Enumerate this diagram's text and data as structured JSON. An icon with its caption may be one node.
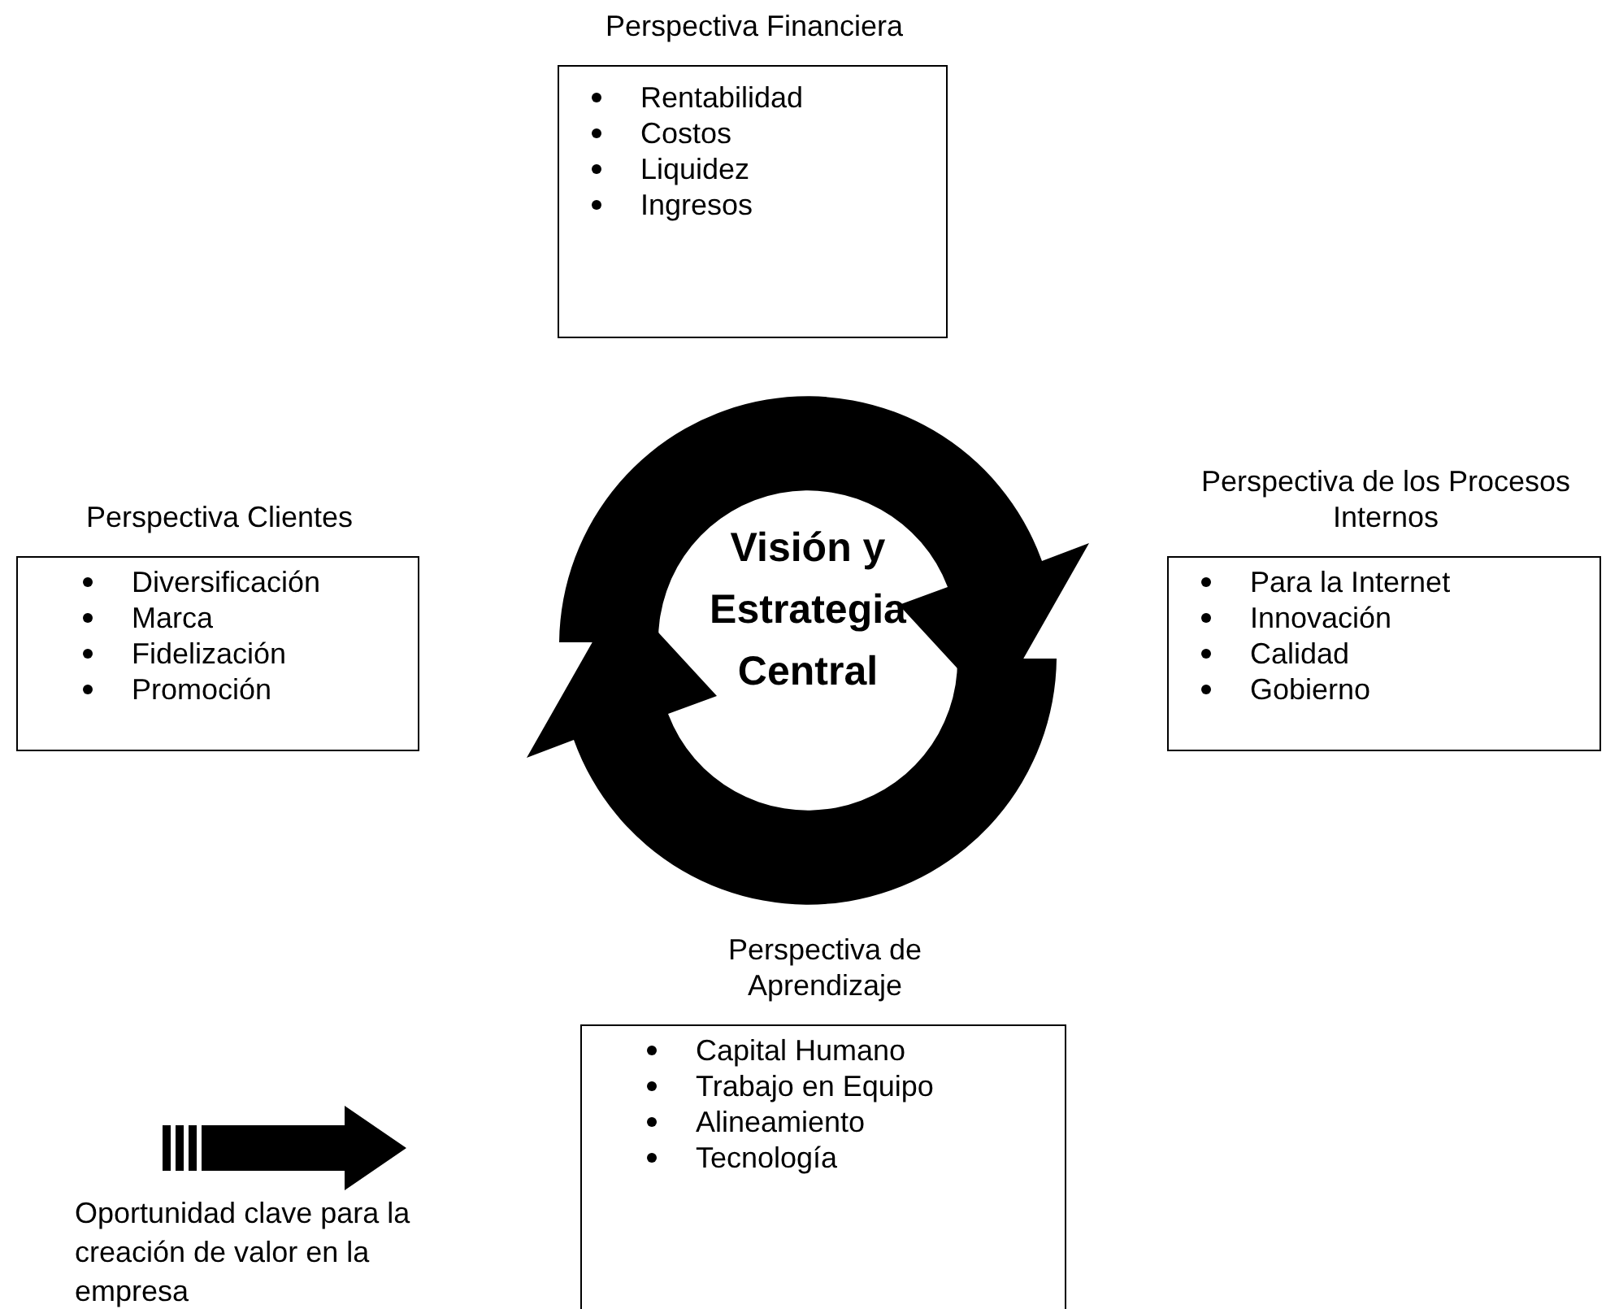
{
  "diagram": {
    "nodes": [
      {
        "text": [
          "Perspectiva Financiera",
          "Rentabilidad",
          "Costos",
          "Liquidez",
          "Ingresos"
        ]
      },
      {
        "text": [
          "Perspectiva Clientes",
          "Diversificación",
          "Marca",
          "Fidelización",
          "Promoción"
        ]
      },
      {
        "text": [
          "Visión y Estrategia Central"
        ]
      },
      {
        "text": [
          "Perspectiva de los Procesos Internos",
          "Para la Internet",
          "Innovación",
          "Calidad",
          "Gobierno"
        ]
      },
      {
        "text": [
          "Perspectiva de Aprendizaje",
          "Capital Humano",
          "Trabajo en Equipo",
          "Alineamiento",
          "Tecnología"
        ]
      }
    ],
    "labels": [
      "Oportunidad clave para la creación de valor en la empresa"
    ]
  }
}
